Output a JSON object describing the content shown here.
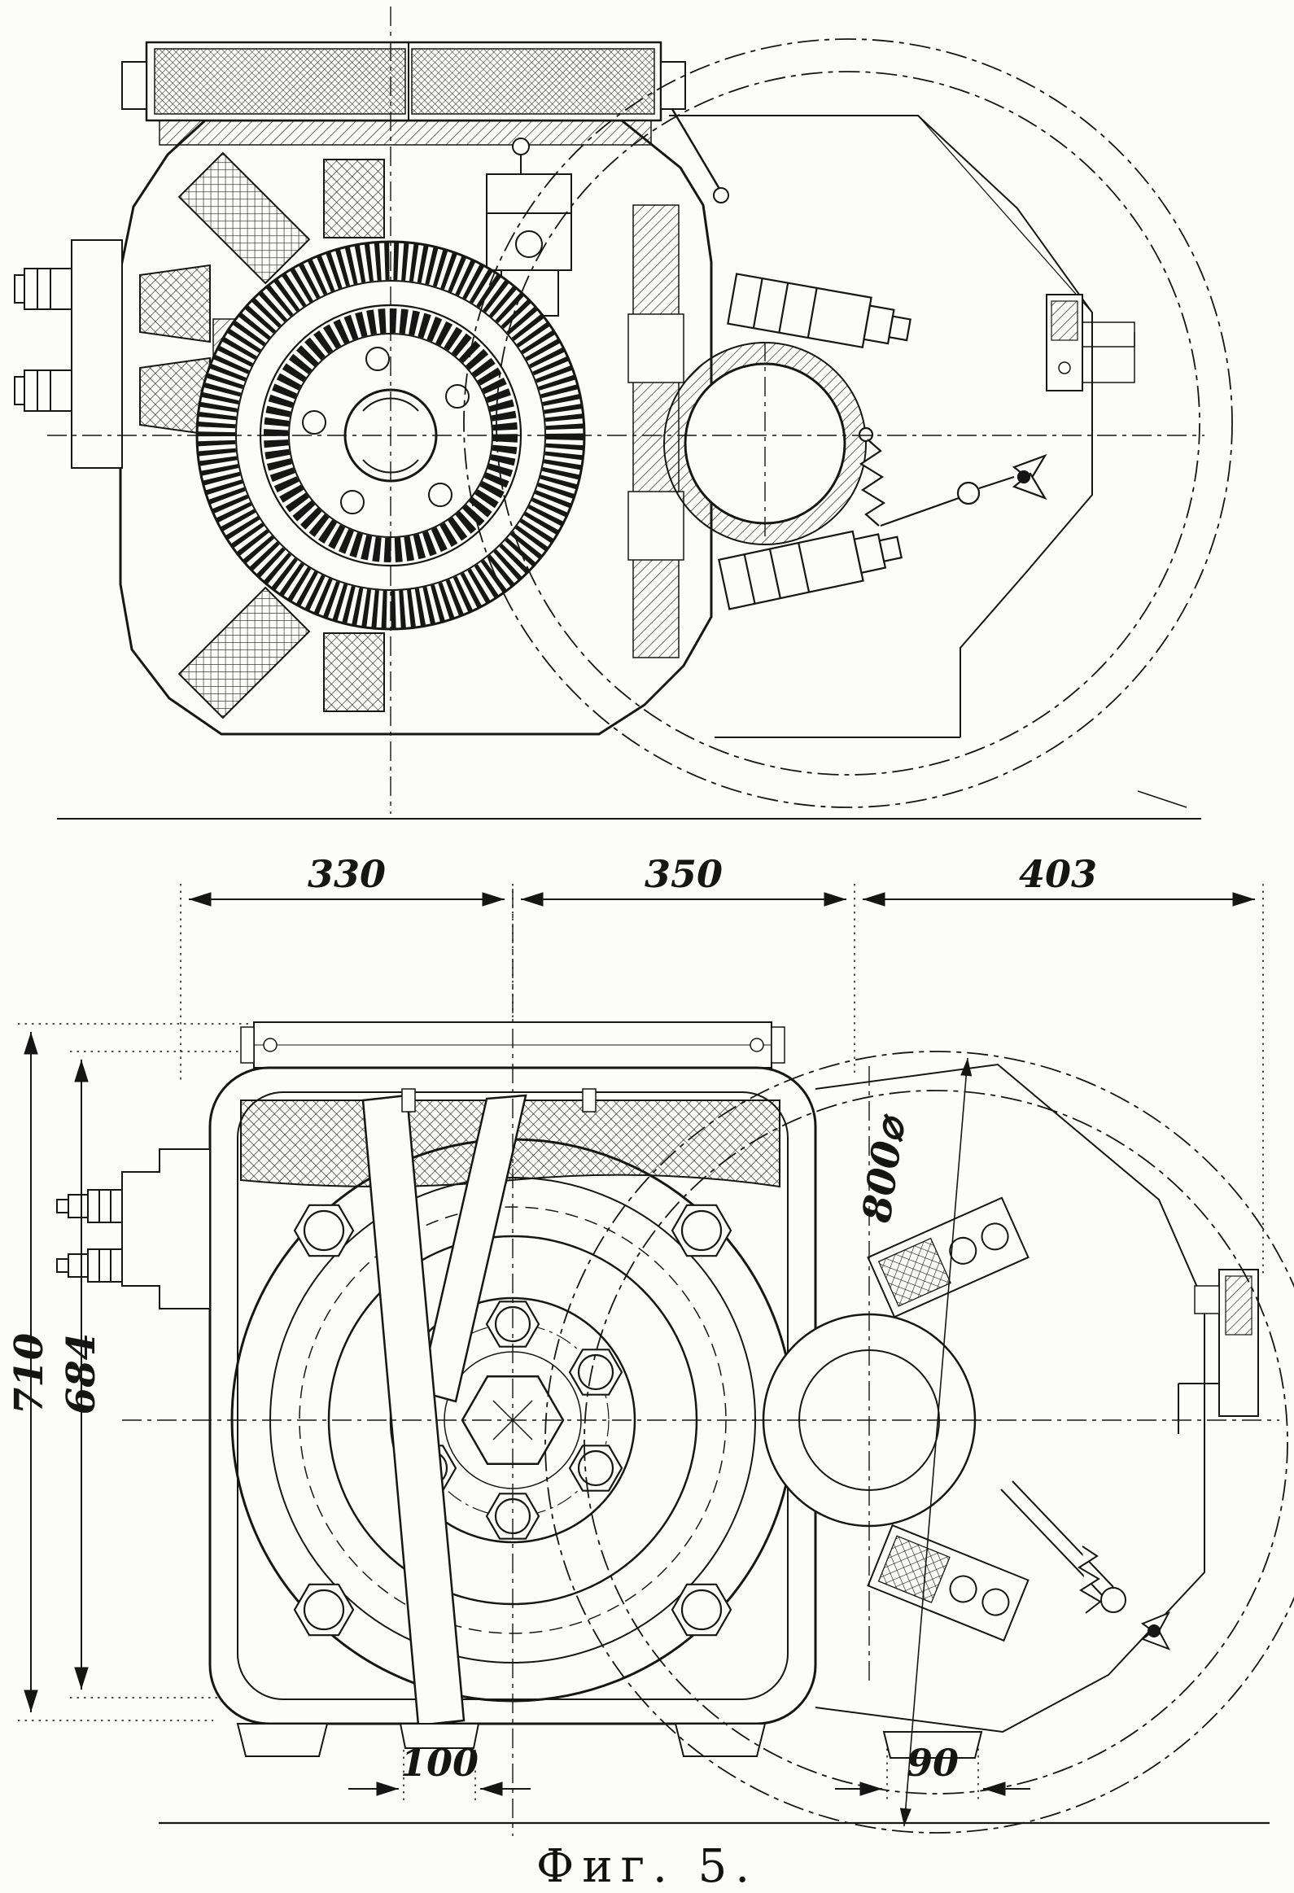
{
  "figure": {
    "caption": "Фиг. 5.",
    "dimensions": {
      "top_widths": [
        "330",
        "350",
        "403"
      ],
      "overall_height": "710",
      "body_height": "684",
      "wheel_diameter": "800⌀",
      "bottom_left_width": "100",
      "bottom_right_width": "90"
    }
  }
}
